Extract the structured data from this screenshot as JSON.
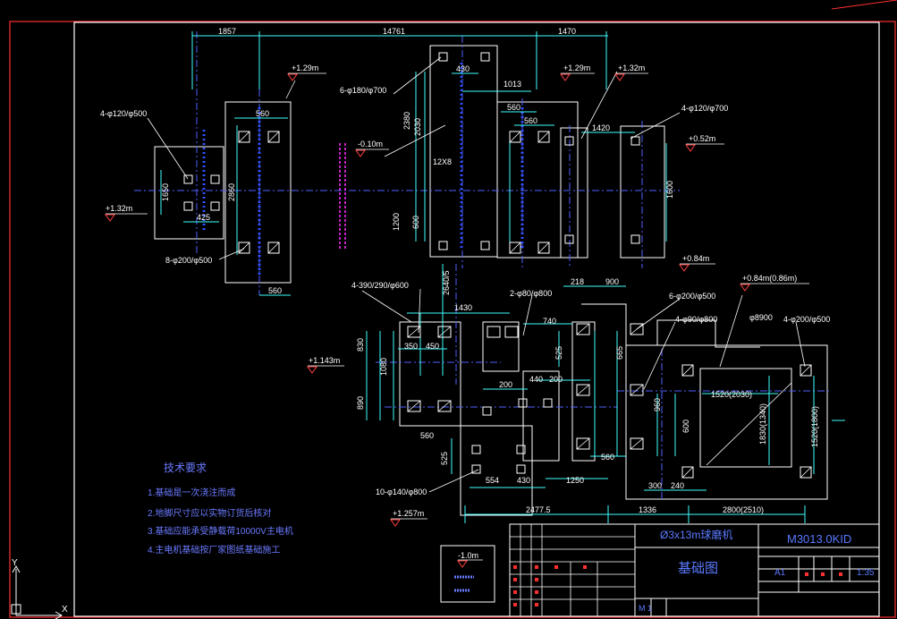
{
  "colors": {
    "background": "#000000",
    "border": "#ff3030",
    "frame": "#ffffff",
    "dim": "#40ffff",
    "center": "#5060ff",
    "label": "#ffffff",
    "level_mark": "#ff4040",
    "pipe": "#ff30ff",
    "note_text": "#6a7aff",
    "title_text": "#5a7aff"
  },
  "top_dimensions": [
    {
      "id": "d-top-1857",
      "text": "1857"
    },
    {
      "id": "d-top-14761",
      "text": "14761"
    },
    {
      "id": "d-top-1470",
      "text": "1470"
    },
    {
      "id": "d-430",
      "text": "430"
    },
    {
      "id": "d-1013",
      "text": "1013"
    },
    {
      "id": "d-560-a",
      "text": "560"
    },
    {
      "id": "d-560-b",
      "text": "560"
    },
    {
      "id": "d-560-c",
      "text": "560"
    },
    {
      "id": "d-560-d",
      "text": "560"
    },
    {
      "id": "d-1420",
      "text": "1420"
    },
    {
      "id": "d-425",
      "text": "425"
    },
    {
      "id": "d-1430",
      "text": "1430"
    },
    {
      "id": "d-218",
      "text": "218"
    },
    {
      "id": "d-900-a",
      "text": "900"
    },
    {
      "id": "d-740",
      "text": "740"
    },
    {
      "id": "d-350",
      "text": "350"
    },
    {
      "id": "d-450",
      "text": "450"
    },
    {
      "id": "d-440",
      "text": "440"
    },
    {
      "id": "d-200",
      "text": "200"
    },
    {
      "id": "d-200-b",
      "text": "200"
    },
    {
      "id": "d-560-e",
      "text": "560"
    },
    {
      "id": "d-554",
      "text": "554"
    },
    {
      "id": "d-430-b",
      "text": "430"
    },
    {
      "id": "d-1250",
      "text": "1250"
    },
    {
      "id": "d-560-f",
      "text": "560"
    },
    {
      "id": "d-300",
      "text": "300"
    },
    {
      "id": "d-240",
      "text": "240"
    },
    {
      "id": "d-2477",
      "text": "2477.5"
    },
    {
      "id": "d-1336",
      "text": "1336"
    },
    {
      "id": "d-2800",
      "text": "2800(2510)"
    },
    {
      "id": "d-1520",
      "text": "1520(2030)"
    }
  ],
  "vertical_dimensions": [
    {
      "id": "v-2380",
      "text": "2380"
    },
    {
      "id": "v-2030",
      "text": "2030"
    },
    {
      "id": "v-1200",
      "text": "1200"
    },
    {
      "id": "v-600",
      "text": "600"
    },
    {
      "id": "v-1650",
      "text": "1650"
    },
    {
      "id": "v-2860",
      "text": "2860"
    },
    {
      "id": "v-1600",
      "text": "1600"
    },
    {
      "id": "v-2640",
      "text": "2640/5"
    },
    {
      "id": "v-830",
      "text": "830"
    },
    {
      "id": "v-1080",
      "text": "1080"
    },
    {
      "id": "v-890",
      "text": "890"
    },
    {
      "id": "v-525",
      "text": "525"
    },
    {
      "id": "v-665",
      "text": "665"
    },
    {
      "id": "v-960",
      "text": "960"
    },
    {
      "id": "v-600-b",
      "text": "600"
    },
    {
      "id": "v-1830",
      "text": "1830(1340)"
    },
    {
      "id": "v-1520",
      "text": "1520(1800)"
    },
    {
      "id": "v-525-b",
      "text": "525"
    }
  ],
  "elevations": [
    {
      "id": "el-1",
      "text": "+1.29m"
    },
    {
      "id": "el-2",
      "text": "+1.29m"
    },
    {
      "id": "el-3",
      "text": "+1.32m"
    },
    {
      "id": "el-4",
      "text": "-0.10m"
    },
    {
      "id": "el-5",
      "text": "+0.52m"
    },
    {
      "id": "el-6",
      "text": "+1.32m"
    },
    {
      "id": "el-7",
      "text": "+0.84m"
    },
    {
      "id": "el-8",
      "text": "+0.84m(0.86m)"
    },
    {
      "id": "el-9",
      "text": "+1.143m"
    },
    {
      "id": "el-10",
      "text": "+1.257m"
    }
  ],
  "leaders": [
    {
      "id": "ld-1",
      "text": "4-φ120/φ500"
    },
    {
      "id": "ld-2",
      "text": "6-φ180/φ700"
    },
    {
      "id": "ld-3",
      "text": "4-φ120/φ700"
    },
    {
      "id": "ld-4",
      "text": "8-φ200/φ500"
    },
    {
      "id": "ld-5",
      "text": "4-390/290/φ600"
    },
    {
      "id": "ld-6",
      "text": "2-φ80/φ800"
    },
    {
      "id": "ld-7",
      "text": "6-φ200/φ500"
    },
    {
      "id": "ld-8",
      "text": "4-φ90/φ800"
    },
    {
      "id": "ld-9",
      "text": "φ8900"
    },
    {
      "id": "ld-10",
      "text": "4-φ200/φ500"
    },
    {
      "id": "ld-11",
      "text": "10-φ140/φ800"
    },
    {
      "id": "ld-12",
      "text": "12X8"
    }
  ],
  "notes": {
    "heading": "技术要求",
    "items": [
      "1.基础是一次浇注而成",
      "2.地脚尺寸应以实物订货后核对",
      "3.基础应能承受静载荷10000V主电机",
      "4.主电机基础按厂家图纸基础施工"
    ]
  },
  "inset": {
    "level": "-1.0m"
  },
  "title_block": {
    "product": "Ø3x13m球磨机",
    "drawing_no": "M3013.0KID",
    "drawing_name": "基础图",
    "sheet_size": "A1",
    "scale": "1:35",
    "bottom_left": "M 1"
  },
  "ucs": {
    "y": "Y",
    "x": "X"
  }
}
